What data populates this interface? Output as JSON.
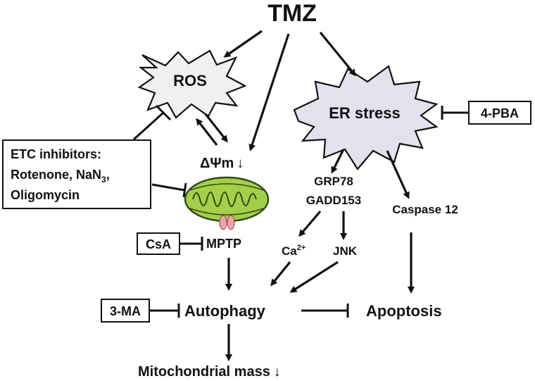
{
  "nodes": {
    "tmz": "TMZ",
    "ros": "ROS",
    "er_stress": "ER stress",
    "inhibitor_4pba": "4-PBA",
    "etc_line1": "ETC inhibitors:",
    "etc_line2_prefix": "Rotenone, NaN",
    "etc_line2_sub": "3",
    "etc_line2_suffix": ",",
    "etc_line3": "Oligomycin",
    "delta_psi_m": "ΔΨm",
    "grp78": "GRP78",
    "gadd153": "GADD153",
    "caspase12": "Caspase 12",
    "csa": "CsA",
    "mptp": "MPTP",
    "calcium": "Ca",
    "calcium_sup": "2+",
    "jnk": "JNK",
    "three_ma": "3-MA",
    "autophagy": "Autophagy",
    "apoptosis": "Apoptosis",
    "mito_mass": "Mitochondrial mass"
  },
  "indicators": {
    "decrease_arrow": "↓"
  },
  "colors": {
    "ros_fill": "#f0f0f0",
    "er_fill": "#e2e2ee",
    "mito_fill": "#a5cf4a",
    "mito_stroke": "#2a4a12",
    "pore_fill": "#f0a3a8",
    "stroke": "#111111"
  }
}
